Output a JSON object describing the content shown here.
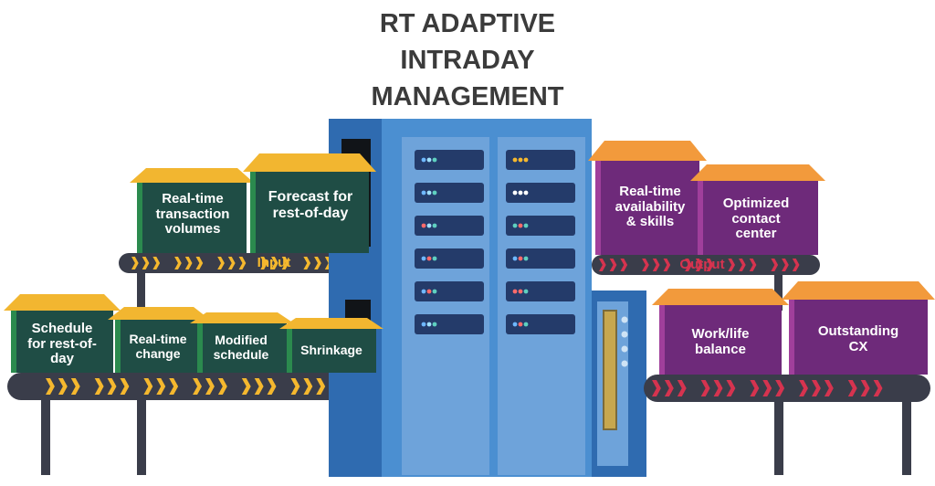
{
  "title_lines": [
    "RT ADAPTIVE",
    "INTRADAY",
    "MANAGEMENT"
  ],
  "belts": {
    "input_label": "Input",
    "output_label": "Output"
  },
  "input_boxes": [
    {
      "lines": [
        "Real-time",
        "transaction",
        "volumes"
      ]
    },
    {
      "lines": [
        "Forecast for",
        "rest-of-day"
      ]
    }
  ],
  "lower_left_boxes": [
    {
      "lines": [
        "Schedule",
        "for rest-of-",
        "day"
      ]
    },
    {
      "lines": [
        "Real-time",
        "change"
      ]
    },
    {
      "lines": [
        "Modified",
        "schedule"
      ]
    },
    {
      "lines": [
        "Shrinkage"
      ]
    }
  ],
  "output_boxes": [
    {
      "lines": [
        "Real-time",
        "availability",
        "& skills"
      ]
    },
    {
      "lines": [
        "Optimized",
        "contact",
        "center"
      ]
    }
  ],
  "lower_right_boxes": [
    {
      "lines": [
        "Work/life",
        "balance"
      ]
    },
    {
      "lines": [
        "Outstanding",
        "CX"
      ]
    }
  ],
  "colors": {
    "title": "#3b3b3b",
    "green_box": "#1f4d45",
    "green_edge": "#2b8a4e",
    "yellow_lid": "#f2b630",
    "purple_box": "#6e2a7a",
    "purple_edge": "#a03f9b",
    "orange_lid": "#f29a3c",
    "belt": "#3a3d4a",
    "yellow_chevron": "#f5b82e",
    "red_chevron": "#d6334f",
    "machine_dark": "#2f6bb0",
    "machine_light": "#4b8fd1",
    "input_text": "#f5b82e",
    "output_text": "#d6334f"
  }
}
